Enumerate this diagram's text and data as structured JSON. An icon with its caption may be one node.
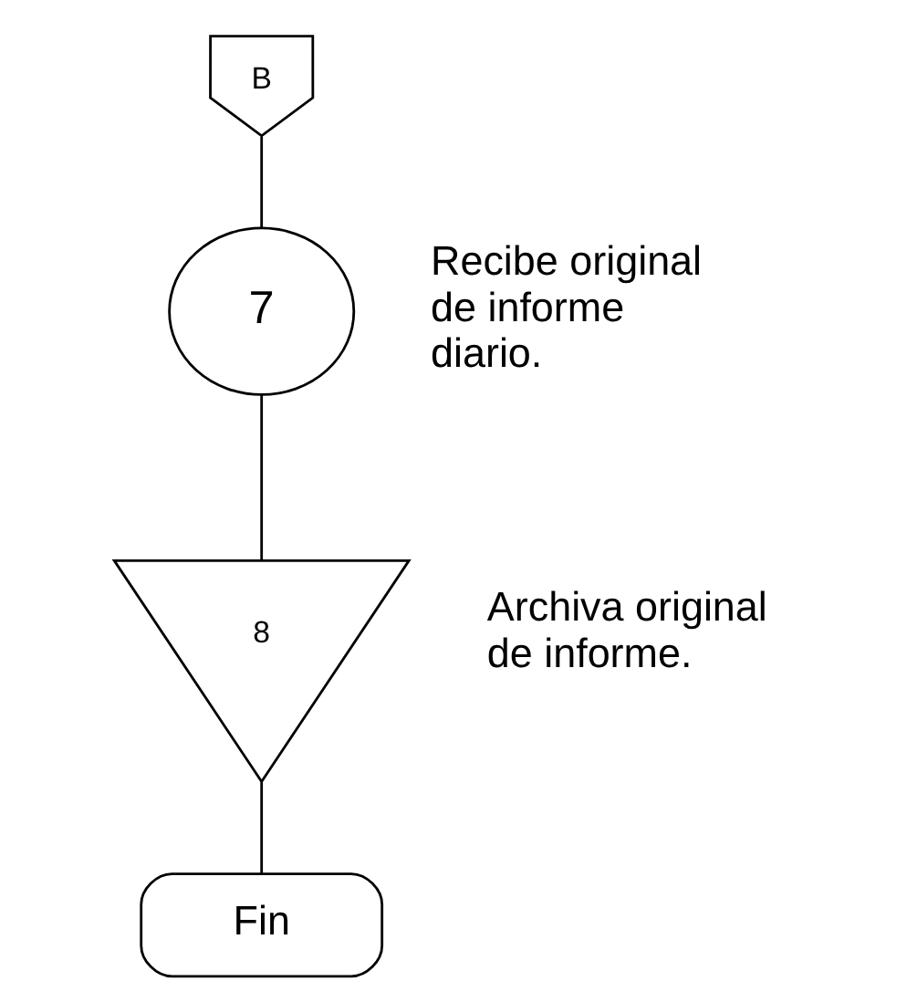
{
  "diagram": {
    "nodes": [
      {
        "text": [
          "B"
        ]
      },
      {
        "text": [
          "7"
        ],
        "beside": [
          "Recibe original de informe diario."
        ]
      },
      {
        "text": [
          "8"
        ],
        "beside": [
          "Archiva original de informe."
        ]
      },
      {
        "text": [
          "Fin"
        ]
      }
    ],
    "edges": [
      {
        "from": 0,
        "to": 1,
        "arrow": "none"
      },
      {
        "from": 1,
        "to": 2,
        "arrow": "none"
      },
      {
        "from": 2,
        "to": 3,
        "arrow": "none"
      }
    ]
  }
}
